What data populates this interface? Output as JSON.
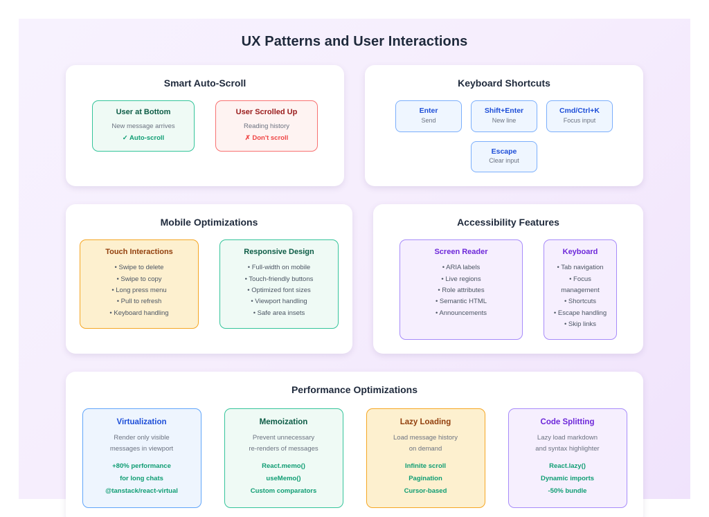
{
  "page": {
    "title": "UX Patterns and User Interactions",
    "background_start": "#f7f2fe",
    "background_end": "#f0e3fc"
  },
  "cards": {
    "auto_scroll": {
      "title": "Smart Auto-Scroll",
      "boxes": [
        {
          "title": "User at Bottom",
          "lines": [
            "New message arrives"
          ],
          "accents": [
            "✓ Auto-scroll"
          ],
          "palette": "green",
          "accent_color": "#0f9d73"
        },
        {
          "title": "User Scrolled Up",
          "lines": [
            "Reading history"
          ],
          "accents": [
            "✗ Don't scroll"
          ],
          "palette": "red",
          "accent_color": "#ef4444"
        }
      ]
    },
    "keyboard_shortcuts": {
      "title": "Keyboard Shortcuts",
      "accent_color": "#1d4ed8",
      "row1": [
        {
          "key": "Enter",
          "desc": "Send"
        },
        {
          "key": "Shift+Enter",
          "desc": "New line"
        },
        {
          "key": "Cmd/Ctrl+K",
          "desc": "Focus input"
        }
      ],
      "row2": [
        {
          "key": "Escape",
          "desc": "Clear input"
        }
      ]
    },
    "mobile": {
      "title": "Mobile Optimizations",
      "boxes": [
        {
          "title": "Touch Interactions",
          "palette": "amber",
          "lines": [
            "• Swipe to delete",
            "• Swipe to copy",
            "• Long press menu",
            "• Pull to refresh",
            "• Keyboard handling"
          ]
        },
        {
          "title": "Responsive Design",
          "palette": "green",
          "lines": [
            "• Full-width on mobile",
            "• Touch-friendly buttons",
            "• Optimized font sizes",
            "• Viewport handling",
            "• Safe area insets"
          ]
        }
      ]
    },
    "accessibility": {
      "title": "Accessibility Features",
      "boxes": [
        {
          "title": "Screen Reader",
          "palette": "purple",
          "lines": [
            "• ARIA labels",
            "• Live regions",
            "• Role attributes",
            "• Semantic HTML",
            "• Announcements"
          ]
        },
        {
          "title": "Keyboard",
          "palette": "purple",
          "lines": [
            "• Tab navigation",
            "• Focus management",
            "• Shortcuts",
            "• Escape handling",
            "• Skip links"
          ]
        }
      ]
    },
    "performance": {
      "title": "Performance Optimizations",
      "boxes": [
        {
          "title": "Virtualization",
          "palette": "blue",
          "lines": [
            "Render only visible",
            "messages in viewport"
          ],
          "accents": [
            "+80% performance",
            "for long chats",
            "@tanstack/react-virtual"
          ]
        },
        {
          "title": "Memoization",
          "palette": "green",
          "lines": [
            "Prevent unnecessary",
            "re-renders of messages"
          ],
          "accents": [
            "React.memo()",
            "useMemo()",
            "Custom comparators"
          ]
        },
        {
          "title": "Lazy Loading",
          "palette": "amber",
          "lines": [
            "Load message history",
            "on demand"
          ],
          "accents": [
            "Infinite scroll",
            "Pagination",
            "Cursor-based"
          ]
        },
        {
          "title": "Code Splitting",
          "palette": "purple",
          "lines": [
            "Lazy load markdown",
            "and syntax highlighter"
          ],
          "accents": [
            "React.lazy()",
            "Dynamic imports",
            "-50% bundle"
          ]
        }
      ]
    }
  }
}
